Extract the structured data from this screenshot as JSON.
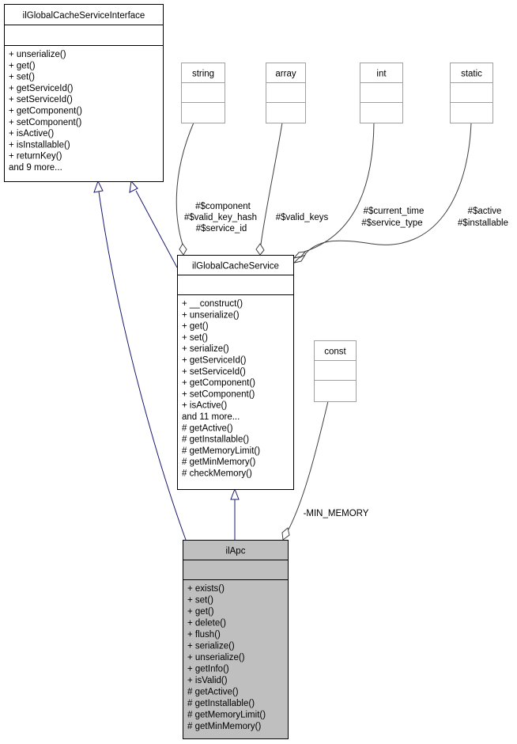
{
  "classes": {
    "iface": {
      "name": "ilGlobalCacheServiceInterface",
      "methods": [
        "+ unserialize()",
        "+ get()",
        "+ set()",
        "+ getServiceId()",
        "+ setServiceId()",
        "+ getComponent()",
        "+ setComponent()",
        "+ isActive()",
        "+ isInstallable()",
        "+ returnKey()",
        "and 9 more..."
      ]
    },
    "service": {
      "name": "ilGlobalCacheService",
      "methods": [
        "+ __construct()",
        "+ unserialize()",
        "+ get()",
        "+ set()",
        "+ serialize()",
        "+ getServiceId()",
        "+ setServiceId()",
        "+ getComponent()",
        "+ setComponent()",
        "+ isActive()",
        "and 11 more...",
        "# getActive()",
        "# getInstallable()",
        "# getMemoryLimit()",
        "# getMinMemory()",
        "# checkMemory()"
      ]
    },
    "apc": {
      "name": "ilApc",
      "methods": [
        "+ exists()",
        "+ set()",
        "+ get()",
        "+ delete()",
        "+ flush()",
        "+ serialize()",
        "+ unserialize()",
        "+ getInfo()",
        "+ isValid()",
        "# getActive()",
        "# getInstallable()",
        "# getMemoryLimit()",
        "# getMinMemory()"
      ]
    },
    "string": {
      "name": "string",
      "methods": []
    },
    "array": {
      "name": "array",
      "methods": []
    },
    "int": {
      "name": "int",
      "methods": []
    },
    "static": {
      "name": "static",
      "methods": []
    },
    "const": {
      "name": "const",
      "methods": []
    }
  },
  "edge_labels": {
    "string": [
      "#$component",
      "#$valid_key_hash",
      "#$service_id"
    ],
    "array": [
      "#$valid_keys"
    ],
    "int": [
      "#$current_time",
      "#$service_type"
    ],
    "static": [
      "#$active",
      "#$installable"
    ],
    "const": [
      "-MIN_MEMORY"
    ]
  },
  "colors": {
    "inherit": "#191970",
    "assoc": "#404040",
    "highlight_fill": "#bfbfbf",
    "external_border": "#a0a0a0"
  }
}
